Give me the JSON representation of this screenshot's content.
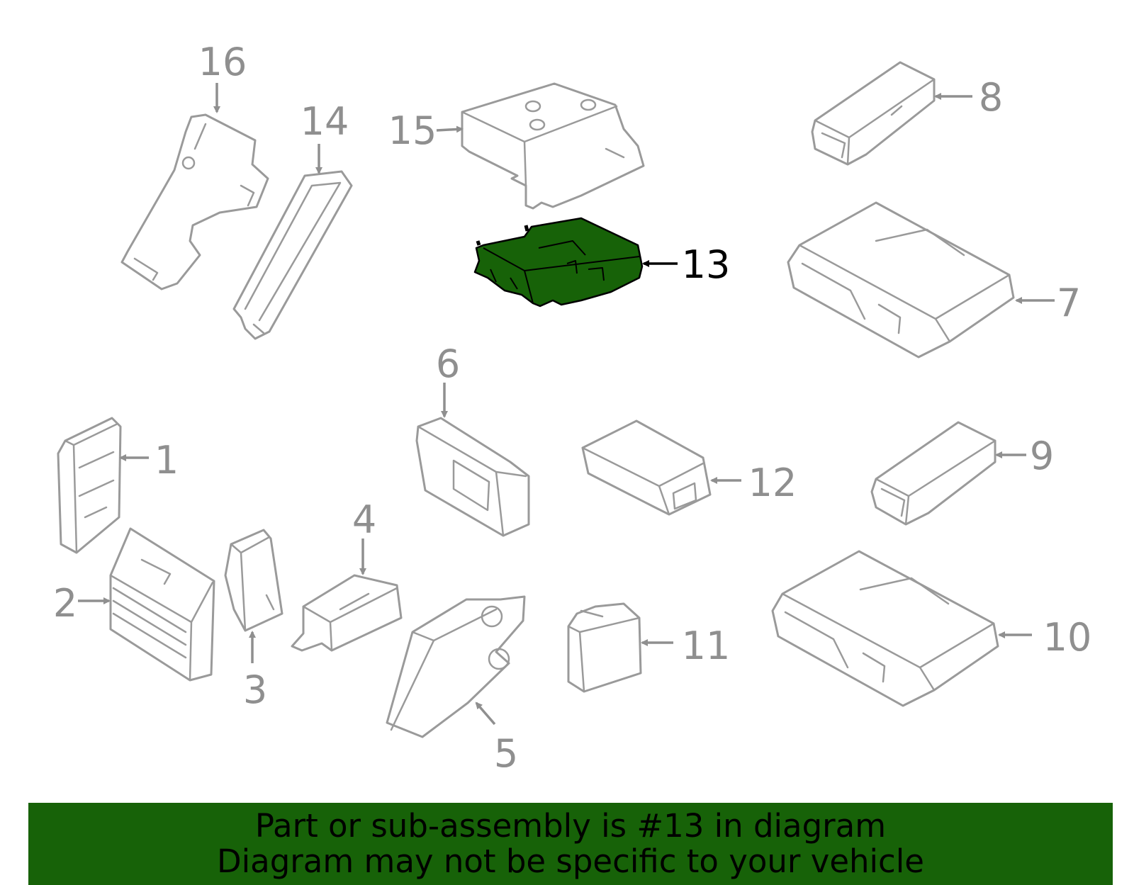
{
  "callouts": {
    "c1": "1",
    "c2": "2",
    "c3": "3",
    "c4": "4",
    "c5": "5",
    "c6": "6",
    "c7": "7",
    "c8": "8",
    "c9": "9",
    "c10": "10",
    "c11": "11",
    "c12": "12",
    "c13": "13",
    "c14": "14",
    "c15": "15",
    "c16": "16"
  },
  "highlighted_part": "13",
  "colors": {
    "highlight": "#176208",
    "line": "#9a9a9a",
    "banner": "#176208"
  },
  "banner": {
    "line1": "Part or sub-assembly is #13 in diagram",
    "line2": "Diagram may not be specific to your vehicle"
  }
}
